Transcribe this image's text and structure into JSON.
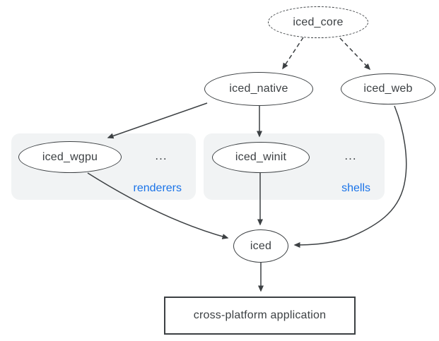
{
  "diagram": {
    "background": "#ffffff",
    "colors": {
      "node_stroke": "#3c4043",
      "text": "#3c4043",
      "group_fill": "#f1f3f4",
      "group_label_color": "#1a73e8"
    },
    "nodes": {
      "iced_core": {
        "label": "iced_core",
        "shape": "dashed-ellipse"
      },
      "iced_native": {
        "label": "iced_native",
        "shape": "ellipse"
      },
      "iced_web": {
        "label": "iced_web",
        "shape": "ellipse"
      },
      "iced_wgpu": {
        "label": "iced_wgpu",
        "shape": "ellipse"
      },
      "iced_winit": {
        "label": "iced_winit",
        "shape": "ellipse"
      },
      "iced": {
        "label": "iced",
        "shape": "ellipse"
      },
      "application": {
        "label": "cross-platform application",
        "shape": "rect"
      }
    },
    "groups": {
      "renderers": {
        "label": "renderers",
        "ellipsis": "..."
      },
      "shells": {
        "label": "shells",
        "ellipsis": "..."
      }
    },
    "edges": [
      {
        "from": "iced_core",
        "to": "iced_native",
        "style": "dashed"
      },
      {
        "from": "iced_core",
        "to": "iced_web",
        "style": "dashed"
      },
      {
        "from": "iced_native",
        "to": "iced_wgpu",
        "style": "solid"
      },
      {
        "from": "iced_native",
        "to": "iced_winit",
        "style": "solid"
      },
      {
        "from": "iced_wgpu",
        "to": "iced",
        "style": "solid"
      },
      {
        "from": "iced_winit",
        "to": "iced",
        "style": "solid"
      },
      {
        "from": "iced_web",
        "to": "iced",
        "style": "solid"
      },
      {
        "from": "iced",
        "to": "application",
        "style": "solid"
      }
    ]
  }
}
